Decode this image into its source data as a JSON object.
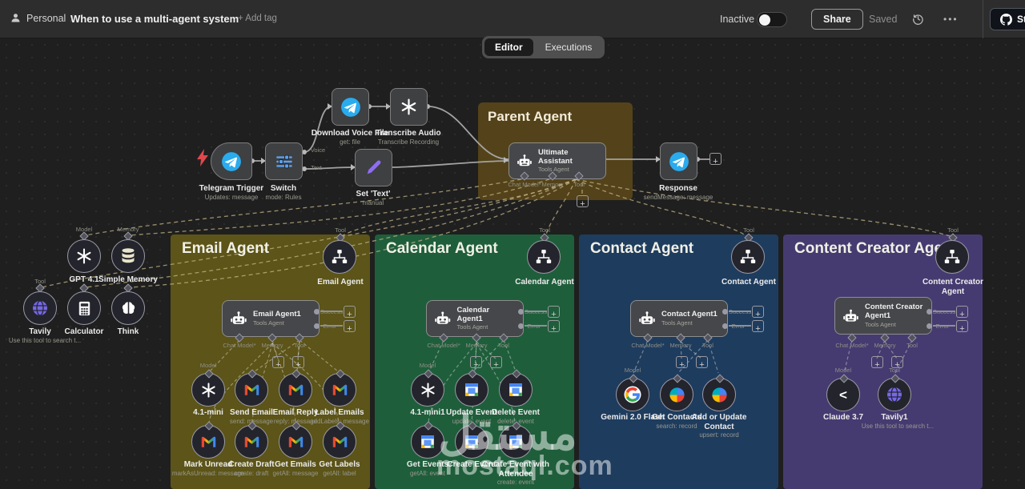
{
  "topbar": {
    "project": "Personal",
    "title": "When to use a multi-agent system",
    "add_tag": "+ Add tag",
    "status_label": "Inactive",
    "share_label": "Share",
    "saved_label": "Saved",
    "star_label": "Star"
  },
  "tabs": {
    "editor": "Editor",
    "executions": "Executions"
  },
  "canvas": {
    "parent_group_title": "Parent Agent",
    "nodes": {
      "telegram_trigger": {
        "label": "Telegram Trigger",
        "sub": "Updates: message"
      },
      "switch": {
        "label": "Switch",
        "sub": "mode: Rules",
        "out_voice": "Voice",
        "out_text": "Text"
      },
      "download_voice": {
        "label": "Download Voice File",
        "sub": "get: file"
      },
      "transcribe": {
        "label": "Transcribe Audio",
        "sub": "Transcribe Recording"
      },
      "set_text": {
        "label": "Set 'Text'",
        "sub": "manual"
      },
      "ultimate": {
        "label": "Ultimate Assistant",
        "sub": "Tools Agent",
        "ports": [
          "Chat Model*",
          "Memory",
          "Tool"
        ]
      },
      "response": {
        "label": "Response",
        "sub": "sendMessage: message"
      }
    },
    "left_tools": [
      {
        "label": "GPT 4.1",
        "port": "Model"
      },
      {
        "label": "Simple Memory",
        "port": "Memory"
      },
      {
        "label": "Tavily",
        "port": "Tool",
        "sub": "Use this tool to search t..."
      },
      {
        "label": "Calculator"
      },
      {
        "label": "Think"
      }
    ]
  },
  "panels": [
    {
      "title": "Email Agent",
      "agent_circle": "Email Agent",
      "circle_port": "Tool",
      "main": {
        "label": "Email Agent1",
        "sub": "Tools Agent"
      },
      "outputs": [
        "Success",
        "Error"
      ],
      "ports": [
        "Chat Model*",
        "Memory",
        "Tool"
      ],
      "tools": [
        {
          "label": "4.1-mini",
          "port": "Model"
        },
        {
          "label": "Send Email",
          "sub": "send: message"
        },
        {
          "label": "Email Reply",
          "sub": "reply: message"
        },
        {
          "label": "Label Emails",
          "sub": "addLabels: message"
        },
        {
          "label": "Mark Unread",
          "sub": "markAsUnread: message"
        },
        {
          "label": "Create Draft",
          "sub": "create: draft"
        },
        {
          "label": "Get Emails",
          "sub": "getAll: message"
        },
        {
          "label": "Get Labels",
          "sub": "getAll: label"
        }
      ]
    },
    {
      "title": "Calendar Agent",
      "agent_circle": "Calendar Agent",
      "circle_port": "Tool",
      "main": {
        "label": "Calendar Agent1",
        "sub": "Tools Agent"
      },
      "outputs": [
        "Success",
        "Error"
      ],
      "ports": [
        "Chat Model*",
        "Memory",
        "Tool"
      ],
      "tools": [
        {
          "label": "4.1-mini1",
          "port": "Model"
        },
        {
          "label": "Update Event",
          "sub": "update: event"
        },
        {
          "label": "Delete Event",
          "sub": "delete: event"
        },
        {
          "label": "Get Events",
          "sub": "getAll: event"
        },
        {
          "label": "Create Event"
        },
        {
          "label": "Create Event with Attendee",
          "sub": "create: event"
        }
      ]
    },
    {
      "title": "Contact Agent",
      "agent_circle": "Contact Agent",
      "circle_port": "Tool",
      "main": {
        "label": "Contact Agent1",
        "sub": "Tools Agent"
      },
      "outputs": [
        "Success",
        "Error"
      ],
      "ports": [
        "Chat Model*",
        "Memory",
        "Tool"
      ],
      "tools": [
        {
          "label": "Gemini 2.0 Flash",
          "port": "Model"
        },
        {
          "label": "Get Contacts",
          "sub": "search: record"
        },
        {
          "label": "Add or Update Contact",
          "sub": "upsert: record"
        }
      ]
    },
    {
      "title": "Content Creator Agent",
      "agent_circle": "Content Creator Agent",
      "circle_port": "Tool",
      "main": {
        "label": "Content Creator Agent1",
        "sub": "Tools Agent"
      },
      "outputs": [
        "Success",
        "Error"
      ],
      "ports": [
        "Chat Model*",
        "Memory",
        "Tool"
      ],
      "tools": [
        {
          "label": "Claude 3.7",
          "port": "Model"
        },
        {
          "label": "Tavily1",
          "port": "Tool",
          "sub": "Use this tool to search t..."
        }
      ]
    }
  ],
  "watermark": {
    "arabic": "مستقل",
    "latin": "mostaql.com"
  },
  "colors": {
    "email_panel": "#5c5418",
    "calendar_panel": "#1f5e3b",
    "contact_panel": "#1e3c5e",
    "content_panel": "#463b70",
    "parent_group": "#54431a",
    "accent_telegram": "#2aabee"
  }
}
